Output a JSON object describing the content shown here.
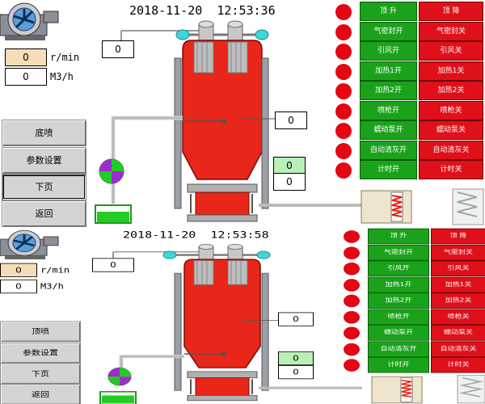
{
  "panel_top": {
    "datetime": "2018-11-20  12:53:36",
    "speed_value": "0",
    "speed_unit": "r/min",
    "flow_value": "0",
    "flow_unit": "M3/h",
    "pipe_value": "0",
    "mid_value": "0",
    "green_value": "0",
    "low_value": "0",
    "nav": [
      "底喷",
      "参数设置",
      "下页",
      "返回"
    ],
    "controls": [
      {
        "on": "顶 升",
        "off": "顶 降"
      },
      {
        "on": "气密封开",
        "off": "气密封关"
      },
      {
        "on": "引风开",
        "off": "引风关"
      },
      {
        "on": "加热1开",
        "off": "加热1关"
      },
      {
        "on": "加热2开",
        "off": "加热2关"
      },
      {
        "on": "喷枪开",
        "off": "喷枪关"
      },
      {
        "on": "蠕动泵开",
        "off": "蠕动泵关"
      },
      {
        "on": "自动清灰开",
        "off": "自动清灰关"
      },
      {
        "on": "计时开",
        "off": "计时关"
      }
    ]
  },
  "panel_bottom": {
    "datetime": "2018-11-20  12:53:58",
    "speed_value": "0",
    "speed_unit": "r/min",
    "flow_value": "0",
    "flow_unit": "M3/h",
    "pipe_value": "0",
    "mid_value": "0",
    "green_value": "0",
    "low_value": "0",
    "nav": [
      "顶喷",
      "参数设置",
      "下页",
      "返回"
    ],
    "controls": [
      {
        "on": "顶 升",
        "off": "顶 降"
      },
      {
        "on": "气密封开",
        "off": "气密封关"
      },
      {
        "on": "引风开",
        "off": "引风关"
      },
      {
        "on": "加热1开",
        "off": "加热1关"
      },
      {
        "on": "加热2开",
        "off": "加热2关"
      },
      {
        "on": "喷枪开",
        "off": "喷枪关"
      },
      {
        "on": "蠕动泵开",
        "off": "蠕动泵关"
      },
      {
        "on": "自动清灰开",
        "off": "自动清灰关"
      },
      {
        "on": "计时开",
        "off": "计时关"
      }
    ]
  },
  "colors": {
    "vessel_red": "#e8261a",
    "lamp_red": "#e30613",
    "on_green": "#1aa31a",
    "off_red": "#e0101a",
    "liquid_green": "#22cc22",
    "pump_blue": "#4a90c8"
  },
  "icons": [
    "blower-fan-icon",
    "valve-icon",
    "heater-coil-icon",
    "filter-bag-icon"
  ]
}
